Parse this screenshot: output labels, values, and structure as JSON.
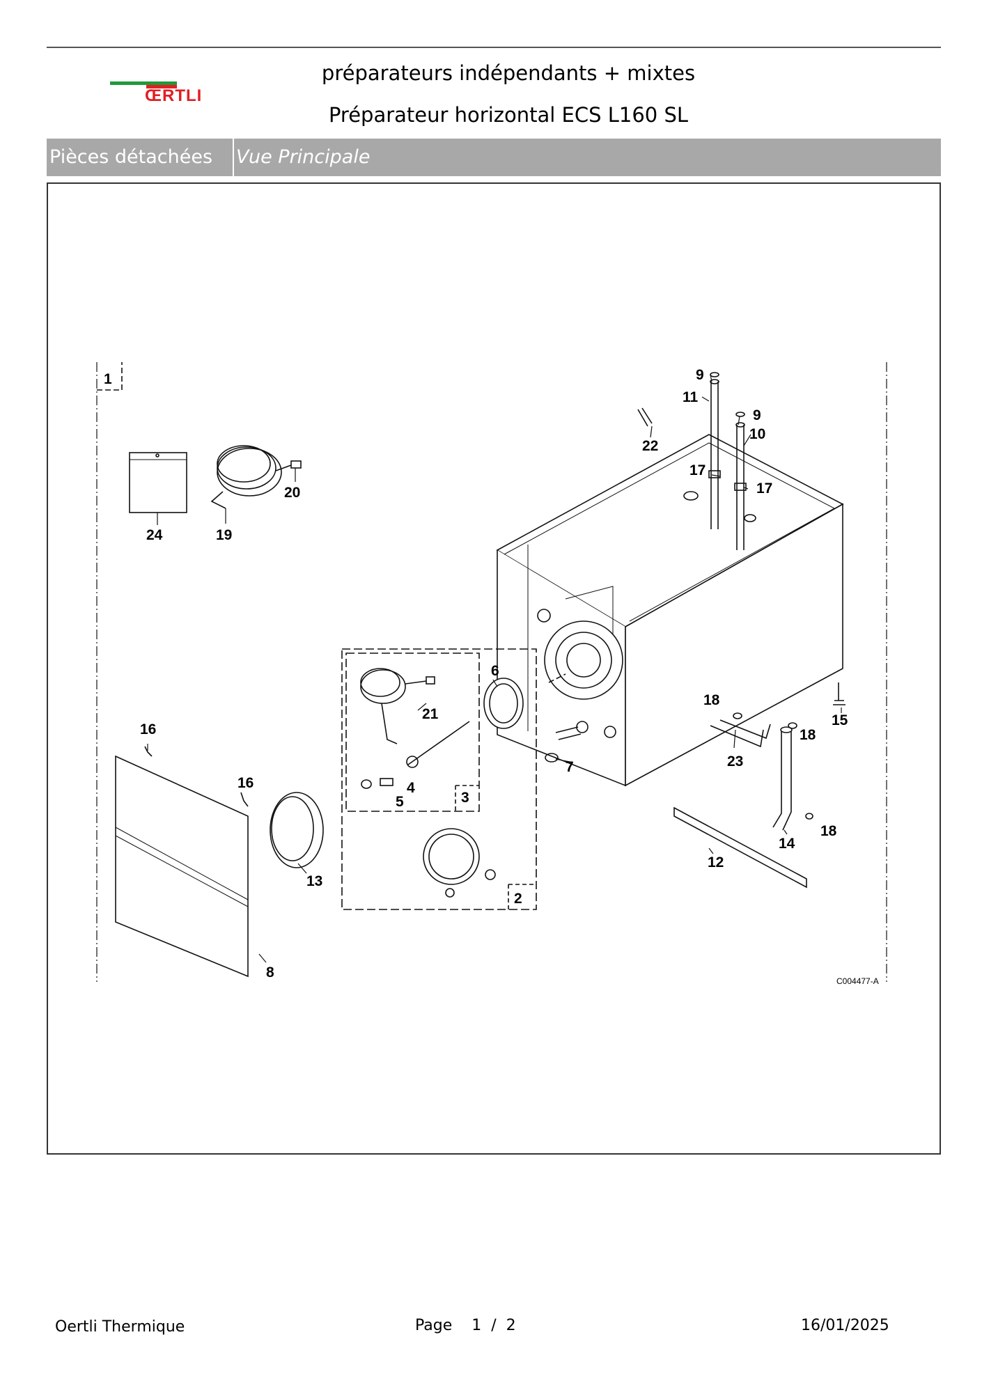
{
  "header": {
    "logo_text": "ŒRTLI",
    "title_line1": "préparateurs indépendants + mixtes",
    "title_line2": "Préparateur horizontal ECS L160 SL"
  },
  "tabs": {
    "section": "Pièces détachées",
    "view": "Vue Principale"
  },
  "diagram": {
    "reference": "C004477-A",
    "callouts": {
      "c1": "1",
      "c2": "2",
      "c3": "3",
      "c4": "4",
      "c5": "5",
      "c6": "6",
      "c7": "7",
      "c8": "8",
      "c9a": "9",
      "c9b": "9",
      "c10": "10",
      "c11": "11",
      "c12": "12",
      "c13": "13",
      "c14": "14",
      "c15": "15",
      "c16a": "16",
      "c16b": "16",
      "c17a": "17",
      "c17b": "17",
      "c18a": "18",
      "c18b": "18",
      "c18c": "18",
      "c19": "19",
      "c20": "20",
      "c21": "21",
      "c22": "22",
      "c23": "23",
      "c24": "24"
    }
  },
  "footer": {
    "company": "Oertli Thermique",
    "page_label": "Page",
    "page_current": "1",
    "page_sep": "/",
    "page_total": "2",
    "date": "16/01/2025"
  }
}
